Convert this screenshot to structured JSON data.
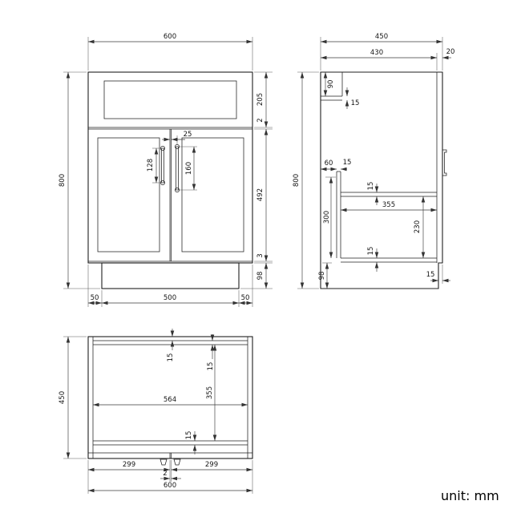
{
  "unit_note": "unit: mm",
  "front": {
    "overall_width": "600",
    "overall_height": "800",
    "drawer_height": "205",
    "top_gap": "2",
    "handle_offset": "25",
    "left_handle": "128",
    "right_handle": "160",
    "door_height": "492",
    "bottom_gap": "3",
    "plinth_height": "98",
    "plinth_inset_left": "50",
    "plinth_width": "500",
    "plinth_inset_right": "50"
  },
  "side": {
    "overall_depth": "450",
    "body_depth": "430",
    "front_thickness": "20",
    "top_back_height": "90",
    "top_back_thickness": "15",
    "overall_height": "800",
    "back_gap": "60",
    "back_panel_thickness": "15",
    "shelf_thickness": "15",
    "shelf_depth": "355",
    "shelf_to_bottom": "230",
    "interior_height": "300",
    "bottom_thickness": "15",
    "plinth_height": "98",
    "plinth_recess": "15"
  },
  "top": {
    "overall_depth": "450",
    "back_offset": "15",
    "back_panel_thickness": "15",
    "interior_width": "564",
    "interior_depth": "355",
    "front_rail_thickness": "15",
    "left_door_width": "299",
    "door_gap": "2",
    "right_door_width": "299",
    "overall_width": "600"
  }
}
